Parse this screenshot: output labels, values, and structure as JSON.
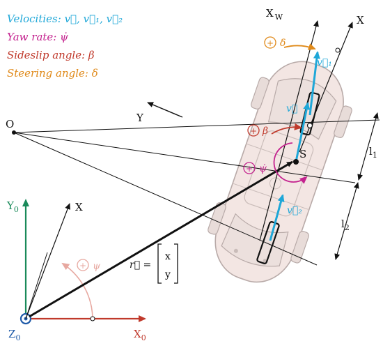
{
  "legend": {
    "velocities": "Velocities: ⃗v, ⃗v₁, ⃗v₂",
    "velocities_text": "Velocities: v⃗, v⃗₁, v⃗₂",
    "yaw_rate": "Yaw rate: ψ̇",
    "sideslip": "Sideslip angle: β",
    "steering": "Steering angle: δ"
  },
  "labels": {
    "origin_O": "O",
    "axis_Y_body": "Y",
    "axis_XW": "X",
    "axis_XW_sub": "W",
    "axis_X_body": "X",
    "axis_Y0": "Y",
    "axis_Y0_sub": "0",
    "axis_X0": "X",
    "axis_X0_sub": "0",
    "axis_Z0": "Z",
    "axis_Z0_sub": "0",
    "axis_X_local": "X",
    "point_S": "S",
    "l1": "l",
    "l1_sub": "1",
    "l2": "l",
    "l2_sub": "2",
    "v_label": "v⃗",
    "v1_label": "v⃗₁",
    "v2_label": "v⃗₂",
    "delta_label": "δ",
    "beta_label": "β",
    "psidot_label": "ψ̇",
    "psi_label": "ψ",
    "plus": "+",
    "r_label": "r⃗ =",
    "matrix_x": "x",
    "matrix_y": "y"
  },
  "colors": {
    "velocity": "#1ea7d8",
    "yaw": "#c4238f",
    "sideslip": "#c0392b",
    "steering": "#e08a1a",
    "y0_axis": "#1a8a5a",
    "x0_axis": "#c0392b",
    "car_fill": "#f3e6e3",
    "car_stroke": "#b8aaa8",
    "psi_pink": "#e7a8a0"
  }
}
